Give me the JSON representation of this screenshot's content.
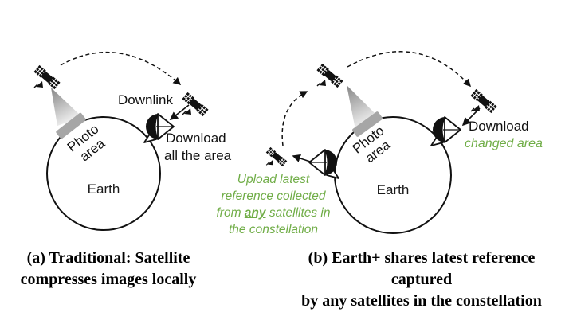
{
  "colors": {
    "annotation_green": "#70AD47",
    "photo_patch_gray": "#a6a6a6",
    "ink": "#111111"
  },
  "panel_a": {
    "downlink_label": "Downlink",
    "download_line1": "Download",
    "download_line2": "all the area",
    "photo_line1": "Photo",
    "photo_line2": "area",
    "earth_label": "Earth",
    "caption_line1": "(a) Traditional: Satellite",
    "caption_line2": "compresses images locally"
  },
  "panel_b": {
    "download_line1": "Download",
    "download_line2": "changed area",
    "photo_line1": "Photo",
    "photo_line2": "area",
    "earth_label": "Earth",
    "upload_line1": "Upload latest",
    "upload_line2": "reference collected",
    "upload_line3_pre": "from ",
    "upload_line3_any": "any",
    "upload_line3_post": " satellites in",
    "upload_line4": "the constellation",
    "caption_line1": "(b) Earth+ shares latest reference captured",
    "caption_line2": "by any satellites in the constellation"
  },
  "icons": {
    "satellite": "satellite-icon",
    "ground_station": "ground-station-dish-icon",
    "camera_cone": "imaging-cone",
    "orbit_arc": "orbit-dashed-arc"
  }
}
